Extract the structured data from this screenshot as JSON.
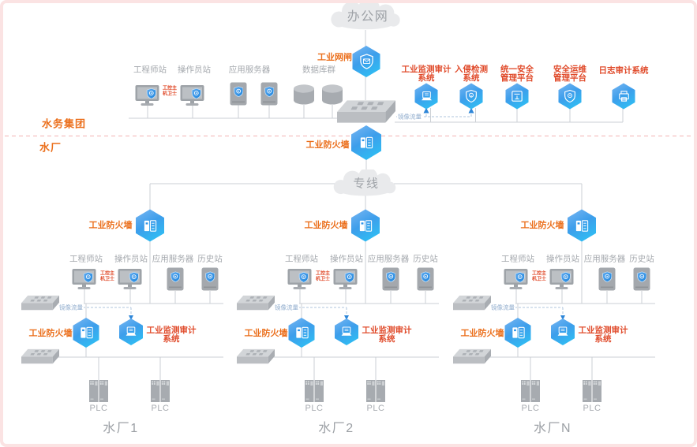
{
  "zones": {
    "group": "水务集团",
    "plant": "水厂"
  },
  "clouds": {
    "office": "办公网",
    "dedicated_line": "专线"
  },
  "labels": {
    "gateway": "工业网闸",
    "firewall": "工业防火墙",
    "mirror_traffic": "镜像流量",
    "host_guard": {
      "line1": "工控主",
      "line2": "机卫士"
    },
    "plc": "PLC"
  },
  "headquarters_stations": [
    {
      "label": "工程师站"
    },
    {
      "label": "操作员站"
    },
    {
      "label": "应用服务器"
    },
    {
      "label": "数据库群"
    }
  ],
  "security_systems": [
    {
      "line1": "工业监测审计",
      "line2": "系统",
      "icon": "audit-terminal-icon"
    },
    {
      "line1": "入侵检测",
      "line2": "系统",
      "icon": "intrusion-shield-icon"
    },
    {
      "line1": "统一安全",
      "line2": "管理平台",
      "icon": "management-console-icon"
    },
    {
      "line1": "安全运维",
      "line2": "管理平台",
      "icon": "ops-shield-icon"
    },
    {
      "line1": "日志审计系统",
      "line2": "",
      "icon": "log-audit-icon"
    }
  ],
  "branch_stations": [
    "工程师站",
    "操作员站",
    "应用服务器",
    "历史站"
  ],
  "branch_audit": {
    "line1": "工业监测审计",
    "line2": "系统"
  },
  "branches": [
    {
      "name": "水厂1"
    },
    {
      "name": "水厂2"
    },
    {
      "name": "水厂N"
    }
  ],
  "colors": {
    "accent_orange": "#EB6F1C",
    "accent_red": "#E04B2B",
    "hex_blue_top": "#79B6F2",
    "hex_blue_bottom": "#2BC5F5",
    "line_gray": "#CBCFD4",
    "mirror_blue": "#92AECE",
    "divider_pink": "#F3B3B3"
  }
}
